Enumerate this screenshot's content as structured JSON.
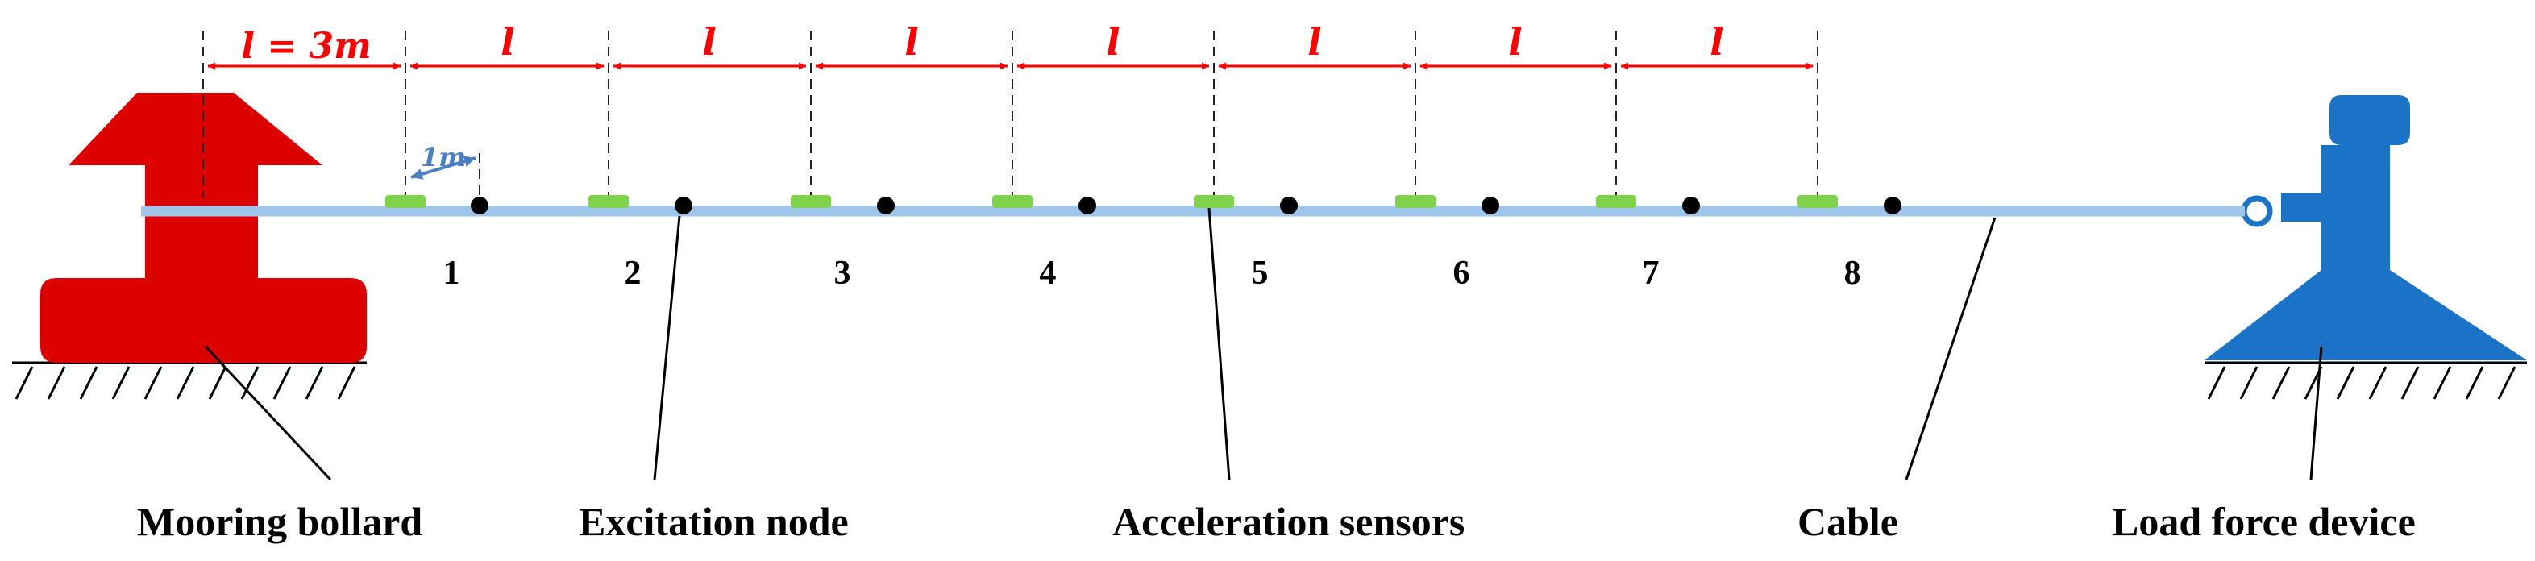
{
  "dimensions": {
    "first_span_label": "l = 3m",
    "span_label": "l",
    "offset_label": "1m"
  },
  "node_numbers": [
    "1",
    "2",
    "3",
    "4",
    "5",
    "6",
    "7",
    "8"
  ],
  "labels": {
    "mooring_bollard": "Mooring bollard",
    "excitation_node": "Excitation node",
    "acceleration_sensors": "Acceleration sensors",
    "cable": "Cable",
    "load_force_device": "Load force device"
  },
  "colors": {
    "bollard": "#dd0000",
    "cable": "#9ec6ea",
    "sensor": "#7fd34a",
    "node": "#000000",
    "dimension": "#ff0000",
    "offset_dimension": "#4a7fc4",
    "load_device": "#1a73c7"
  }
}
